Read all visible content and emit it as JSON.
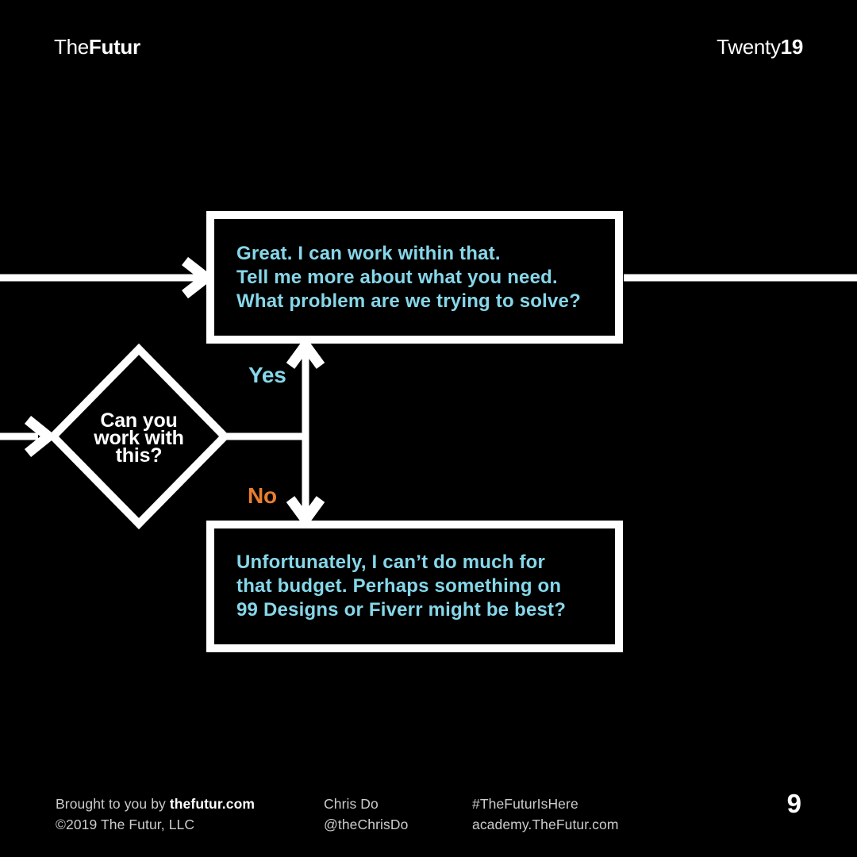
{
  "colors": {
    "bg": "#000000",
    "accent_cyan": "#86D7E9",
    "accent_orange": "#E97E2D",
    "line_white": "#FFFFFF",
    "footer_gray": "#CCCCCC"
  },
  "header": {
    "brand_light": "The",
    "brand_bold": "Futur",
    "edition_light": "Twenty",
    "edition_bold": "19"
  },
  "flowchart": {
    "decision": {
      "label": "Can you\nwork with\nthis?"
    },
    "yes_label": "Yes",
    "no_label": "No",
    "yes_box": {
      "text": "Great. I can work within that.\nTell me more about what you need.\nWhat problem are we trying to solve?"
    },
    "no_box": {
      "text": "Unfortunately, I can’t do much for\nthat budget. Perhaps something on\n99 Designs or Fiverr might be best?"
    }
  },
  "footer": {
    "brought_prefix": "Brought to you by ",
    "brought_site": "thefutur.com",
    "copyright": "©2019 The Futur, LLC",
    "author_name": "Chris Do",
    "author_handle": "@theChrisDo",
    "hashtag": "#TheFuturIsHere",
    "academy_url": "academy.TheFutur.com",
    "page_number": "9"
  }
}
